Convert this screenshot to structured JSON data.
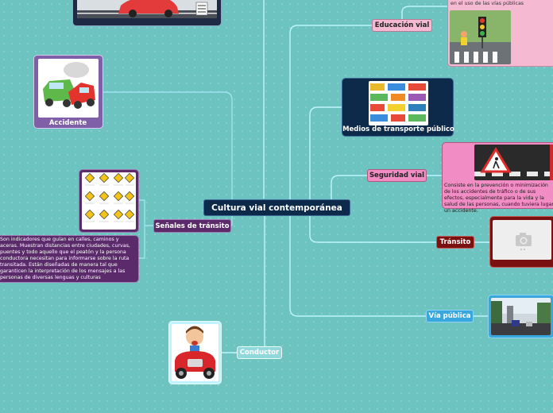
{
  "central": {
    "label": "Cultura vial contemporánea"
  },
  "topics": {
    "educacion_vial": {
      "label": "Educación vial",
      "note": "en el uso de las vías públicas"
    },
    "medios_transporte": {
      "label": "Medios de transporte público"
    },
    "seguridad_vial": {
      "label": "Seguridad vial",
      "note": "Consiste en la prevención o minimización de los accidentes de tráfico o de sus efectos, especialmente para la vida y la salud de las personas, cuando tuviera lugar un accidente."
    },
    "transito": {
      "label": "Tránsito"
    },
    "via_publica": {
      "label": "Vía pública"
    },
    "conductor": {
      "label": "Conductor"
    },
    "senales_transito": {
      "label": "Señales de tránsito",
      "note": "Son indicadores que guían en calles, caminos y aceras. Muestran distancias entre ciudades, curvas, puentes y todo aquello que el peatón y la persona conductora necesitan para informarse sobre la ruta transitada. Están diseñadas de manera tal que garanticen la interpretación de los mensajes a las personas de diversas lenguas y culturas"
    },
    "accidente": {
      "label": "Accidente"
    }
  },
  "colors": {
    "background": "#6cc3bf",
    "central": "#0d2a4a",
    "line_left": "#9ee3ef",
    "line_right": "#bff4ff",
    "educacion": "#f5b9d2",
    "seguridad": "#f28cc4",
    "transito": "#7a1010",
    "via_publica": "#38a7dd",
    "senales": "#5a2a6a",
    "accidente": "#7f5fa8"
  }
}
